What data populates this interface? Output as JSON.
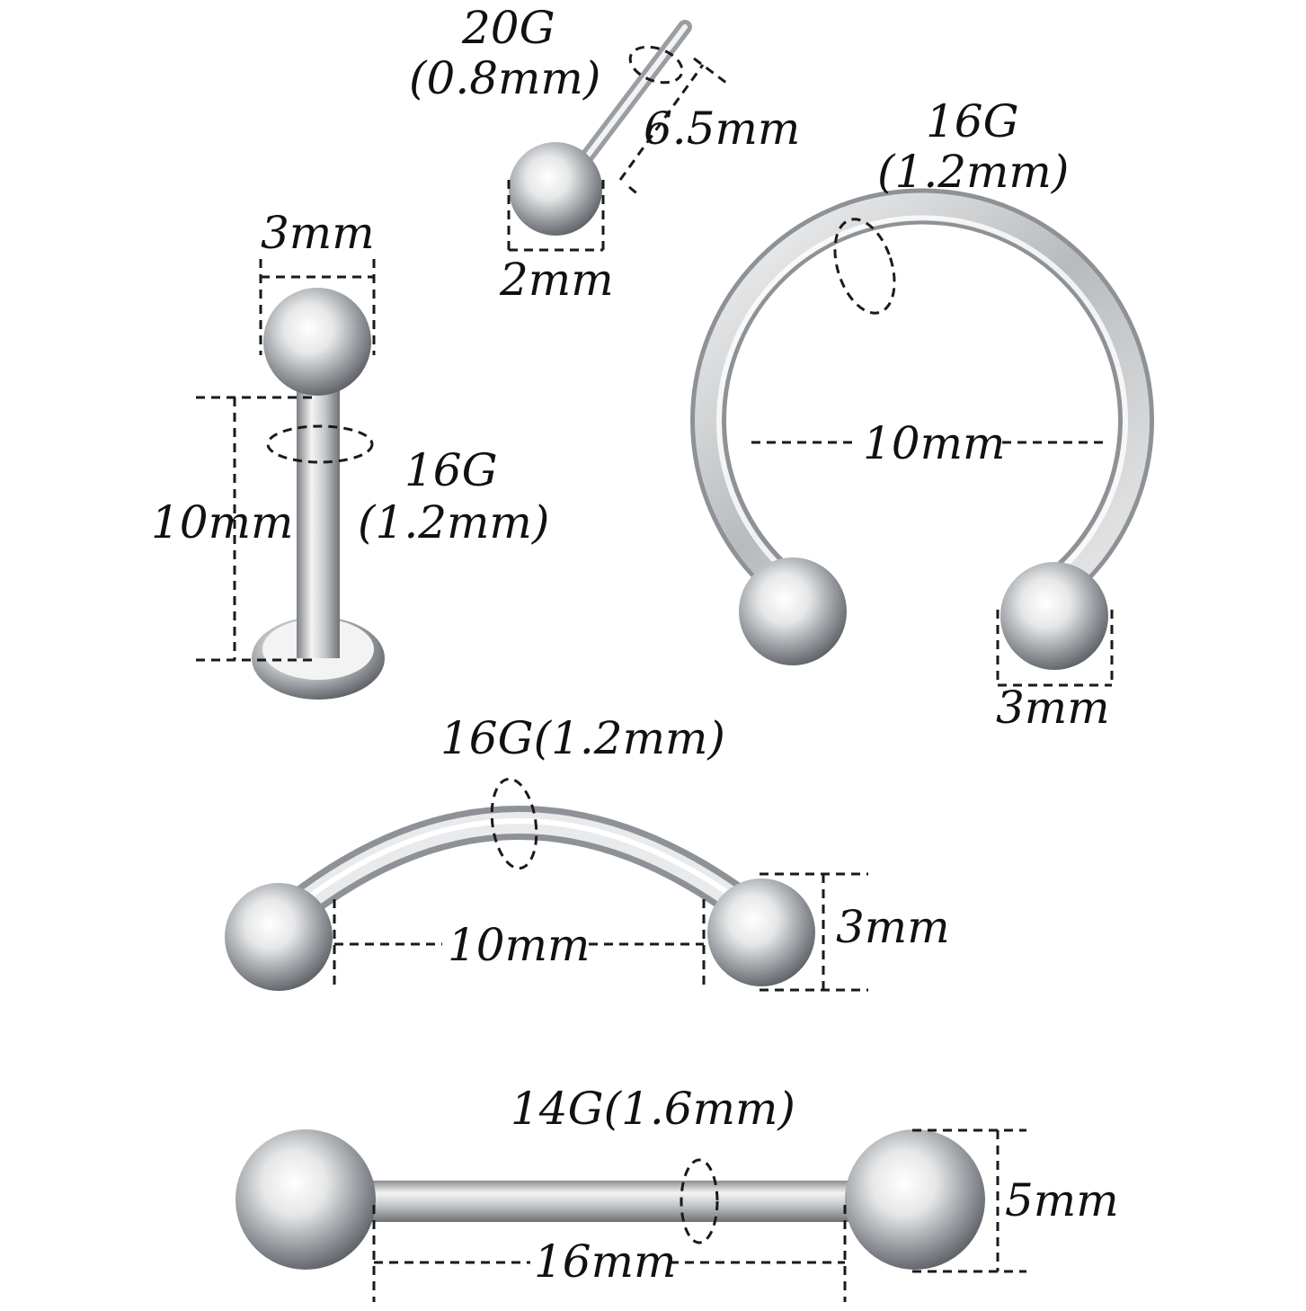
{
  "colors": {
    "background": "#ffffff",
    "metal_light": "#f4f4f4",
    "metal_mid": "#c9cbcd",
    "metal_dark": "#6e7276",
    "dimension_line": "#1a1a1a",
    "label_text": "#111111"
  },
  "nose_stud": {
    "gauge": "20G",
    "gauge_mm": "(0.8mm)",
    "length": "6.5mm",
    "ball": "2mm"
  },
  "labret": {
    "ball": "3mm",
    "length": "10mm",
    "gauge": "16G",
    "gauge_mm": "(1.2mm)"
  },
  "horseshoe": {
    "gauge": "16G",
    "gauge_mm": "(1.2mm)",
    "diameter": "10mm",
    "ball": "3mm"
  },
  "curved_barbell": {
    "gauge": "16G(1.2mm)",
    "length": "10mm",
    "ball": "3mm"
  },
  "straight_barbell": {
    "gauge": "14G(1.6mm)",
    "length": "16mm",
    "ball": "5mm"
  }
}
